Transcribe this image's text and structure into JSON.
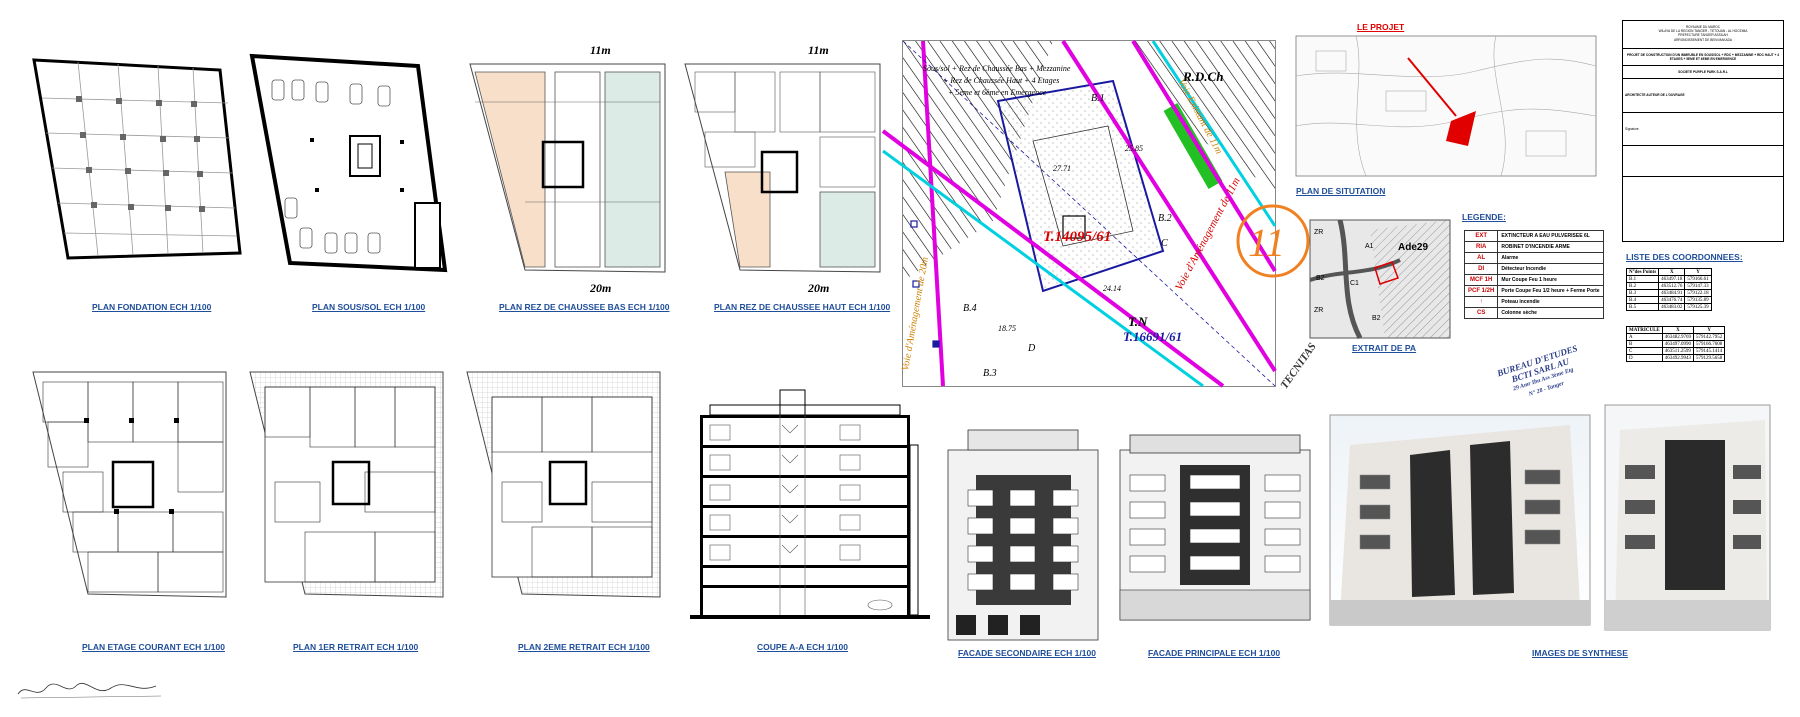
{
  "captions": {
    "plan_fondation": "PLAN FONDATION ECH 1/100",
    "plan_sous_sol": "PLAN SOUS/SOL ECH 1/100",
    "plan_rdc_bas": "PLAN REZ DE CHAUSSEE BAS ECH 1/100",
    "plan_rdc_haut": "PLAN REZ DE CHAUSSEE HAUT ECH 1/100",
    "plan_etage_courant": "PLAN ETAGE COURANT ECH 1/100",
    "plan_1er_retrait": "PLAN 1ER RETRAIT ECH 1/100",
    "plan_2eme_retrait": "PLAN 2EME RETRAIT ECH 1/100",
    "coupe_aa": "COUPE A-A ECH 1/100",
    "facade_secondaire": "FACADE SECONDAIRE ECH 1/100",
    "facade_principale": "FACADE PRINCIPALE ECH 1/100",
    "images_synthese": "IMAGES DE SYNTHESE",
    "plan_situation": "PLAN DE SITUTATION",
    "extrait_pa": "EXTRAIT DE PA",
    "le_projet": "LE PROJET"
  },
  "dimensions": {
    "width_11m": "11m",
    "length_20m": "20m"
  },
  "masse_plan": {
    "parcel_main": "T.14095/61",
    "parcel_tn": "T.N",
    "parcel_adjacent": "T.16691/61",
    "rdc_label": "R.D.Ch",
    "program_line1": "Sous/sol + Rez de Chaussée Bas + Mezzanine",
    "program_line2": "+ Rez de Chaussée Haut + 4 Etages",
    "program_line3": "+ 5ème et 6ème en Emergence",
    "road_voie_11m": "Voie d'Aménagement de 11m",
    "road_existant": "Voie Existant de 11m",
    "road_voie_20m": "Voie d'Aménagement de 20m",
    "point_b1": "B.1",
    "point_b2": "B.2",
    "point_b3": "B.3",
    "point_b4": "B.4",
    "point_c": "C",
    "point_d": "D",
    "dim_1": "27.71",
    "dim_2": "25.85",
    "dim_3": "24.14",
    "dim_4": "18.75",
    "badge": "11"
  },
  "extrait_pa": {
    "zone_label": "Ade29",
    "zr1": "ZR",
    "zr2": "ZR",
    "b2_a": "B2",
    "b2_b": "B2",
    "c1": "C1",
    "a1": "A1"
  },
  "legende": {
    "title": "LEGENDE:",
    "items": [
      {
        "icon": "EXT",
        "label": "EXTINCTEUR A EAU PULVERISEE 6L"
      },
      {
        "icon": "RIA",
        "label": "ROBINET D'INCENDIE ARME"
      },
      {
        "icon": "AL",
        "label": "Alarme"
      },
      {
        "icon": "DI",
        "label": "Détecteur Incendie"
      },
      {
        "icon": "MCF 1H",
        "label": "Mur Coupe Feu 1 heure"
      },
      {
        "icon": "PCF 1/2H",
        "label": "Porte Coupe Feu 1/2 heure + Ferme Porte"
      },
      {
        "icon": "↑",
        "label": "Poteau incendie"
      },
      {
        "icon": "CS",
        "label": "Colonne sèche"
      }
    ]
  },
  "coords": {
    "title": "LISTE DES COORDONNEES:",
    "headers": [
      "N°des Points",
      "X",
      "Y"
    ],
    "rows": [
      [
        "B.1",
        "463497.18",
        "579166.61"
      ],
      [
        "B.2",
        "463512.76",
        "579147.33"
      ],
      [
        "B.3",
        "463484.91",
        "579122.18"
      ],
      [
        "B.4",
        "463476.74",
        "579135.89"
      ],
      [
        "B.5",
        "463483.02",
        "579125.39"
      ]
    ]
  },
  "matricule": {
    "headers": [
      "MATRICULE",
      "X",
      "Y"
    ],
    "rows": [
      [
        "A",
        "463482.9769",
        "579142.7952"
      ],
      [
        "B",
        "463497.0990",
        "579166.7608"
      ],
      [
        "C",
        "463511.2599",
        "579145.1414"
      ],
      [
        "D",
        "463492.9943",
        "579129.5658"
      ]
    ]
  },
  "stamps": {
    "bet_line1": "BUREAU D'ETUDES",
    "bet_line2": "BCTI SARL AU",
    "bet_line3": "29 Amr Ibn Ass 3ème Etg",
    "bet_line4": "N° 28 - Tanger",
    "tecnitas": "TECNITAS"
  },
  "cartouche": {
    "l1": "ROYAUME DU MAROC",
    "l2": "WILAYA DE LA REGION TANGER - TETOUAN - AL HOCEIMA",
    "l3": "PREFECTURE TANGER ASSILAH",
    "l4": "ARRONDISSEMENT DE BENI MAKADA",
    "projet": "PROJET DE CONSTRUCTION D'UN IMMEUBLE EN SOUS/SOL + RDC + MEZZANINE + RDC HAUT + 4 ETAGES + 5EME ET 6EME EN EMERGENCE",
    "architecte": "ARCHITECTE AUTEUR DE L'OUVRAGE",
    "proprietaire": "SOCIETE PURPLE PARK S.A.R.L",
    "signature": "Signature"
  },
  "colors": {
    "caption_blue": "#1f4e9a",
    "magenta": "#e000e0",
    "cyan": "#00d0e0",
    "parcel_red": "#d80000",
    "parcel_blue": "#1a1aa0",
    "orange": "#f08020",
    "green": "#22c022"
  }
}
